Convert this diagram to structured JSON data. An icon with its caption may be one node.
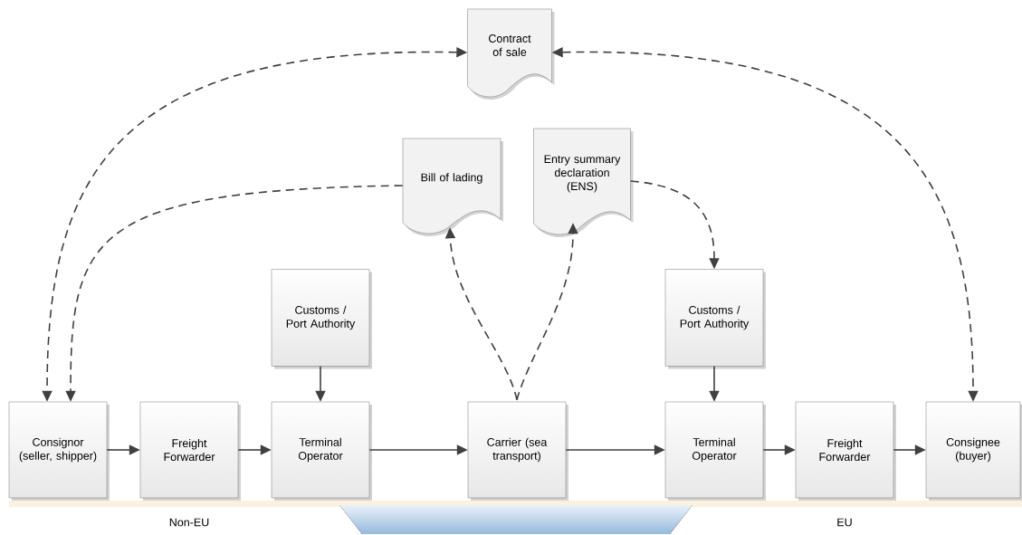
{
  "diagram": {
    "nodes": [
      {
        "text": [
          "Contract of sale"
        ]
      },
      {
        "text": [
          "Bill of lading"
        ]
      },
      {
        "text": [
          "Entry summary declaration (ENS)"
        ]
      },
      {
        "text": [
          "Customs / Port Authority"
        ]
      },
      {
        "text": [
          "Customs / Port Authority"
        ]
      },
      {
        "text": [
          "Consignor (seller, shipper)"
        ]
      },
      {
        "text": [
          "Freight Forwarder"
        ]
      },
      {
        "text": [
          "Terminal Operator"
        ]
      },
      {
        "text": [
          "Carrier (sea transport)"
        ]
      },
      {
        "text": [
          "Terminal Operator"
        ]
      },
      {
        "text": [
          "Freight Forwarder"
        ]
      },
      {
        "text": [
          "Consignee (buyer)"
        ]
      }
    ],
    "edges": [
      {
        "from": 5,
        "to": 6,
        "arrow": "to"
      },
      {
        "from": 6,
        "to": 7,
        "arrow": "to"
      },
      {
        "from": 7,
        "to": 8,
        "arrow": "to"
      },
      {
        "from": 8,
        "to": 9,
        "arrow": "to"
      },
      {
        "from": 9,
        "to": 10,
        "arrow": "to"
      },
      {
        "from": 10,
        "to": 11,
        "arrow": "to"
      },
      {
        "from": 3,
        "to": 7,
        "arrow": "to"
      },
      {
        "from": 4,
        "to": 9,
        "arrow": "to"
      },
      {
        "from": 0,
        "to": 5,
        "arrow": "both",
        "style": "dashed"
      },
      {
        "from": 0,
        "to": 11,
        "arrow": "both",
        "style": "dashed"
      },
      {
        "from": 1,
        "to": 5,
        "arrow": "to",
        "style": "dashed"
      },
      {
        "from": 8,
        "to": 1,
        "arrow": "to",
        "style": "dashed"
      },
      {
        "from": 8,
        "to": 2,
        "arrow": "to",
        "style": "dashed"
      },
      {
        "from": 2,
        "to": 4,
        "arrow": "to",
        "style": "dashed"
      }
    ],
    "labels": [
      "Non-EU",
      "EU"
    ]
  }
}
